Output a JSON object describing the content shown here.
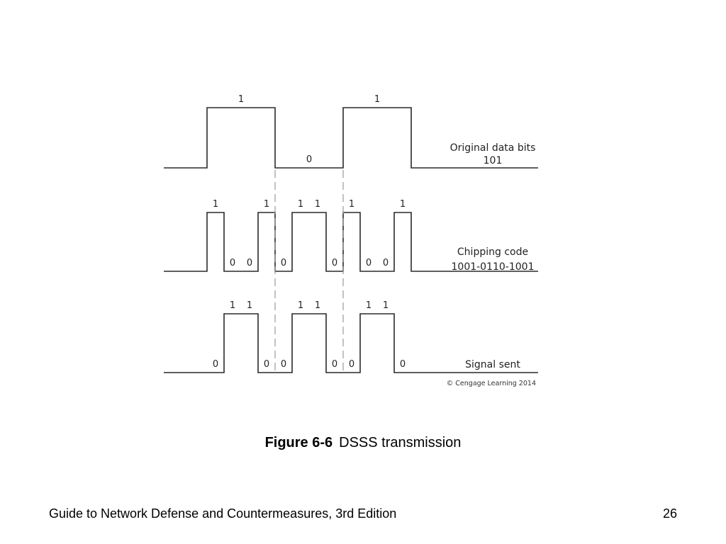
{
  "figure": {
    "rows": [
      {
        "id": "original",
        "label_lines": [
          "Original data bits",
          "101"
        ],
        "cells": 3,
        "levels": [
          1,
          0,
          1
        ],
        "bit_labels": [
          "1",
          "0",
          "1"
        ]
      },
      {
        "id": "chipping",
        "label_lines": [
          "Chipping code",
          "1001-0110-1001"
        ],
        "cells": 12,
        "levels": [
          1,
          0,
          0,
          1,
          0,
          1,
          1,
          0,
          1,
          0,
          0,
          1
        ],
        "bit_labels": [
          "1",
          "0",
          "0",
          "1",
          "0",
          "1",
          "1",
          "0",
          "1",
          "0",
          "0",
          "1"
        ]
      },
      {
        "id": "signal",
        "label_lines": [
          "Signal sent"
        ],
        "cells": 12,
        "levels": [
          0,
          1,
          1,
          0,
          0,
          1,
          1,
          0,
          0,
          1,
          1,
          0
        ],
        "bit_labels": [
          "0",
          "1",
          "1",
          "0",
          "0",
          "1",
          "1",
          "0",
          "0",
          "1",
          "1",
          "0"
        ]
      }
    ],
    "copyright": "© Cengage Learning 2014"
  },
  "caption": {
    "number": "Figure 6-6",
    "text": "DSSS transmission"
  },
  "footer": {
    "book_title": "Guide to Network Defense and Countermeasures, 3rd Edition",
    "page_number": "26"
  }
}
